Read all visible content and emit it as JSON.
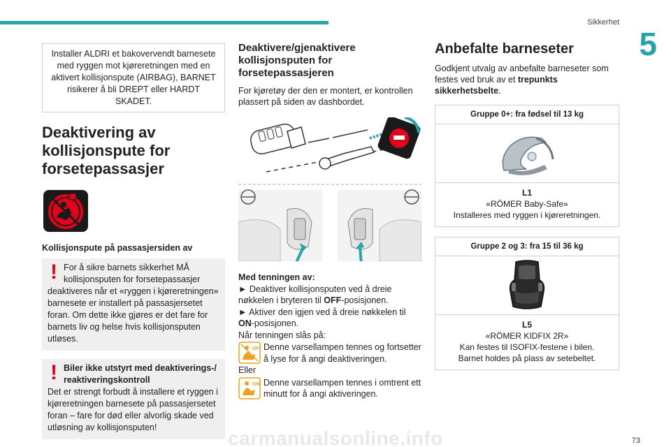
{
  "header": {
    "section": "Sikkerhet",
    "chapter": "5",
    "page_number": "73"
  },
  "watermark": "carmanualsonline.info",
  "col1": {
    "top_warning": "Installer ALDRI et bakovervendt barnesete med ryggen mot kjøreretningen med en aktivert kollisjonspute (AIRBAG), BARNET risikerer å bli DREPT eller HARDT SKADET.",
    "heading": "Deaktivering av kollisjonspute for forsetepassasjer",
    "icon_caption": "Kollisjonspute på passasjersiden av",
    "warning1": {
      "first": "For å sikre barnets sikkerhet MÅ kollisjonsputen for forsetepassasjer",
      "rest": "deaktiveres når et «ryggen i kjøreretningen» barnesete er installert på passasjersetet foran. Om dette ikke gjøres er det fare for barnets liv og helse hvis kollisjonsputen utløses."
    },
    "warning2": {
      "bold": "Biler ikke utstyrt med deaktiverings-/ reaktiveringskontroll",
      "rest": "Det er strengt forbudt å installere et ryggen i kjøreretningen barnesete på passasjersetet foran – fare for død eller alvorlig skade ved utløsning av kollisjonsputen!"
    }
  },
  "col2": {
    "heading": "Deaktivere/gjenaktivere kollisjonsputen for forsetepassasjeren",
    "intro": "For kjøretøy der den er montert, er kontrollen plassert på siden av dashbordet.",
    "ignition_on": "Med tenningen av:",
    "step1_pre": "► Deaktiver kollisjonsputen ved å dreie nøkkelen i bryteren til ",
    "step1_bold": "OFF",
    "step1_post": "-posisjonen.",
    "step2_pre": "► Aktiver den igjen ved å dreie nøkkelen til ",
    "step2_bold": "ON",
    "step2_post": "-posisjonen.",
    "when_on": "Når tenningen slås på:",
    "lamp1": "Denne varsellampen tennes og fortsetter å lyse for å angi deaktiveringen.",
    "or": "Eller",
    "lamp2": "Denne varsellampen tennes i omtrent ett minutt for å angi aktiveringen."
  },
  "col3": {
    "heading": "Anbefalte barneseter",
    "intro_pre": "Godkjent utvalg av anbefalte barneseter som festes ved bruk av et ",
    "intro_bold": "trepunkts sikkerhetsbelte",
    "intro_post": ".",
    "cards": [
      {
        "group": "Gruppe 0+: fra fødsel til 13 kg",
        "code": "L1",
        "name": "«RÖMER Baby-Safe»",
        "desc": "Installeres med ryggen i kjøreretningen."
      },
      {
        "group": "Gruppe 2 og 3: fra 15 til 36 kg",
        "code": "L5",
        "name": "«RÖMER KIDFIX 2R»",
        "desc": "Kan festes til ISOFIX-festene i bilen.",
        "desc2": "Barnet holdes på plass av setebeltet."
      }
    ]
  },
  "colors": {
    "accent": "#2aa3a7",
    "warning_red": "#e2001a",
    "lamp_orange": "#f0a020"
  }
}
